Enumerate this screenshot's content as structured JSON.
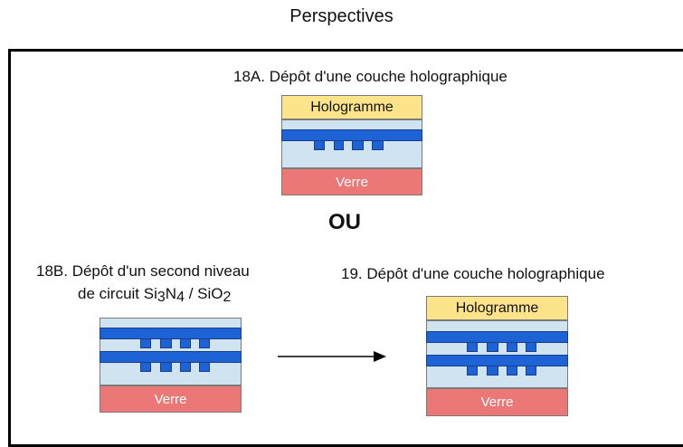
{
  "title": "Perspectives",
  "step_18a": {
    "label": "18A. Dépôt d'une couche holographique"
  },
  "ou": "OU",
  "step_18b": {
    "line1": "18B. Dépôt d'un second niveau",
    "line2_pre": "de circuit Si",
    "sub1": "3",
    "mid": "N",
    "sub2": "4",
    "mid2": " / SiO",
    "sub3": "2"
  },
  "step_19": {
    "label": "19. Dépôt d'une couche holographique"
  },
  "layers": {
    "hologram": "Hologramme",
    "glass": "Verre"
  },
  "colors": {
    "hologram": "#fde48a",
    "glass": "#ec7777",
    "cladding": "#cfe3f1",
    "core": "#1e63d6"
  }
}
